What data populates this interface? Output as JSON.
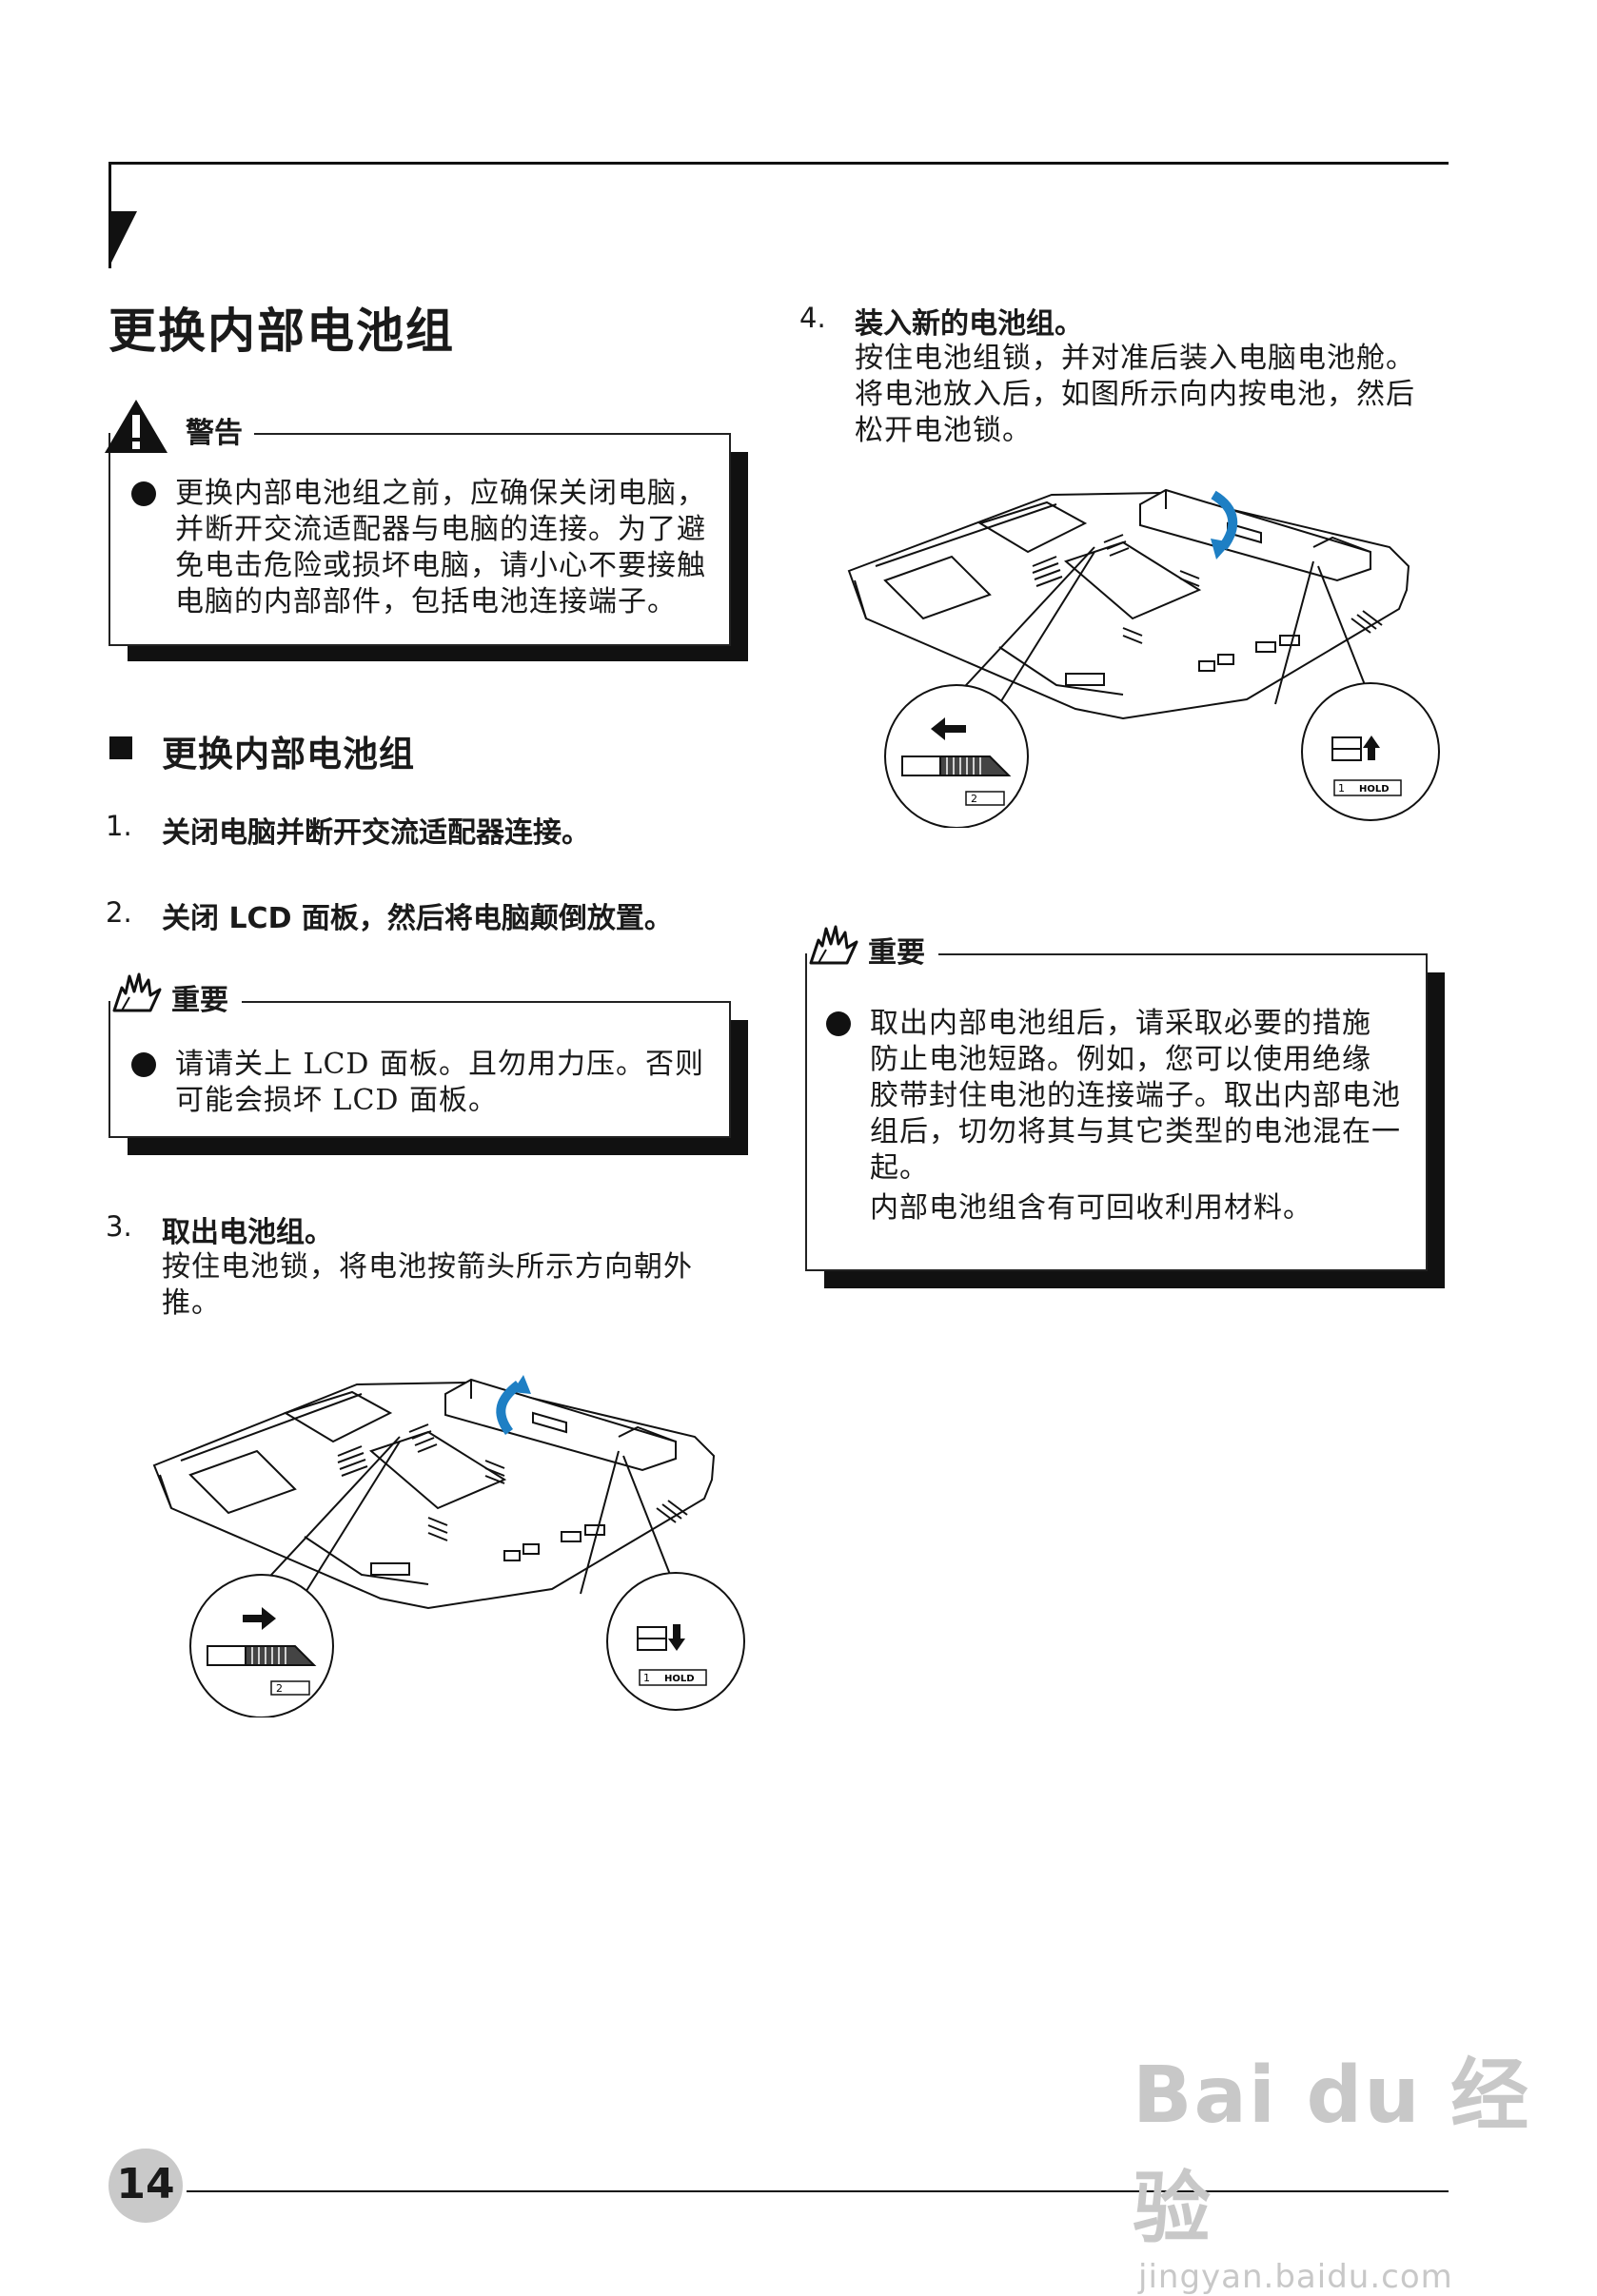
{
  "main_title": "更换内部电池组",
  "warning": {
    "label": "警告",
    "text": [
      "更换内部电池组之前，应确保关闭电脑，",
      "并断开交流适配器与电脑的连接。为了避",
      "免电击危险或损坏电脑，请小心不要接触",
      "电脑的内部部件，包括电池连接端子。"
    ]
  },
  "section_heading": "更换内部电池组",
  "steps": [
    {
      "num": "1.",
      "text": "关闭电脑并断开交流适配器连接。"
    },
    {
      "num": "2.",
      "text": "关闭 LCD 面板，然后将电脑颠倒放置。"
    },
    {
      "num": "3.",
      "text": "取出电池组。",
      "desc": [
        "按住电池锁，将电池按箭头所示方向朝外",
        "推。"
      ]
    },
    {
      "num": "4.",
      "text": "装入新的电池组。",
      "desc": [
        "按住电池组锁，并对准后装入电脑电池舱。",
        "将电池放入后，如图所示向内按电池，然后",
        "松开电池锁。"
      ]
    }
  ],
  "important_1": {
    "label": "重要",
    "text": [
      "请请关上 LCD 面板。且勿用力压。否则",
      "可能会损坏 LCD 面板。"
    ]
  },
  "important_2": {
    "label": "重要",
    "text": [
      "取出内部电池组后，请采取必要的措施",
      "防止电池短路。例如，您可以使用绝缘",
      "胶带封住电池的连接端子。取出内部电池",
      "组后，切勿将其与其它类型的电池混在一",
      "起。"
    ],
    "extra": "内部电池组含有可回收利用材料。"
  },
  "figure_labels": {
    "lock_left": "2",
    "hold": "HOLD",
    "lock_num": "1"
  },
  "page_number": "14",
  "watermark": {
    "line1": "Bai du 经验",
    "line2": "jingyan.baidu.com"
  },
  "colors": {
    "accent_arrow": "#1e7fc4",
    "text": "#1a1a1a"
  },
  "icons": [
    "warning-triangle-icon",
    "important-hand-icon",
    "arrow-up-icon",
    "arrow-down-icon",
    "arrow-left-icon",
    "arrow-right-icon"
  ]
}
